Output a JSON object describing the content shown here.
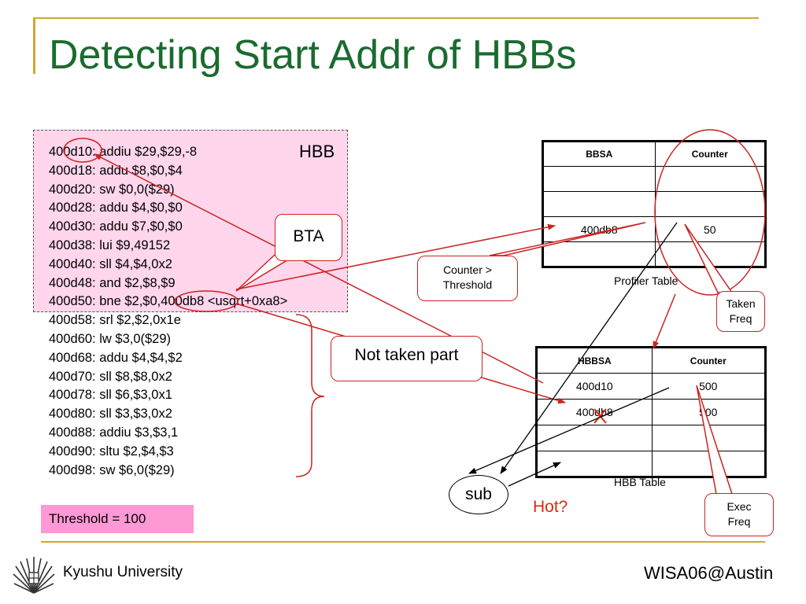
{
  "title": "Detecting Start Addr of HBBs",
  "hbb_label": "HBB",
  "code_lines": [
    "400d10: addiu $29,$29,-8",
    "400d18: addu $8,$0,$4",
    "400d20: sw $0,0($29)",
    "400d28: addu $4,$0,$0",
    "400d30: addu $7,$0,$0",
    "400d38: lui $9,49152",
    "400d40: sll $4,$4,0x2",
    "400d48: and $2,$8,$9",
    "400d50: bne $2,$0,400db8 <usqrt+0xa8>",
    "400d58: srl $2,$2,0x1e",
    "400d60: lw $3,0($29)",
    "400d68: addu $4,$4,$2",
    "400d70: sll $8,$8,0x2",
    "400d78: sll $6,$3,0x1",
    "400d80: sll $3,$3,0x2",
    "400d88: addiu $3,$3,1",
    "400d90: sltu $2,$4,$3",
    "400d98: sw $6,0($29)"
  ],
  "callouts": {
    "bta": "BTA",
    "counter_threshold_1": "Counter >",
    "counter_threshold_2": "Threshold",
    "taken_freq_1": "Taken",
    "taken_freq_2": "Freq",
    "exec_freq_1": "Exec",
    "exec_freq_2": "Freq",
    "not_taken": "Not taken part"
  },
  "profiler_table": {
    "caption": "Profiler Table",
    "headers": [
      "BBSA",
      "Counter"
    ],
    "rows": [
      [
        "",
        ""
      ],
      [
        "",
        ""
      ],
      [
        "400db8",
        "50"
      ],
      [
        "",
        ""
      ]
    ]
  },
  "hbb_table": {
    "caption": "HBB Table",
    "headers": [
      "HBBSA",
      "Counter"
    ],
    "rows": [
      [
        "400d10",
        "500"
      ],
      [
        "400db8",
        "500"
      ],
      [
        "",
        ""
      ],
      [
        "",
        ""
      ]
    ]
  },
  "threshold": "Threshold = 100",
  "sub_label": "sub",
  "hot_label": "Hot?",
  "footer": {
    "university": "Kyushu University",
    "conference": "WISA06@Austin"
  },
  "colors": {
    "title": "#1a6b2f",
    "accent_rule": "#d4a92a",
    "hbb_fill": "#ffd6ec",
    "threshold_fill": "#ff99d6",
    "arrow_red": "#cc2222",
    "hot_text": "#dd2a10"
  },
  "icons": {
    "logo": "kyushu-university-logo"
  }
}
